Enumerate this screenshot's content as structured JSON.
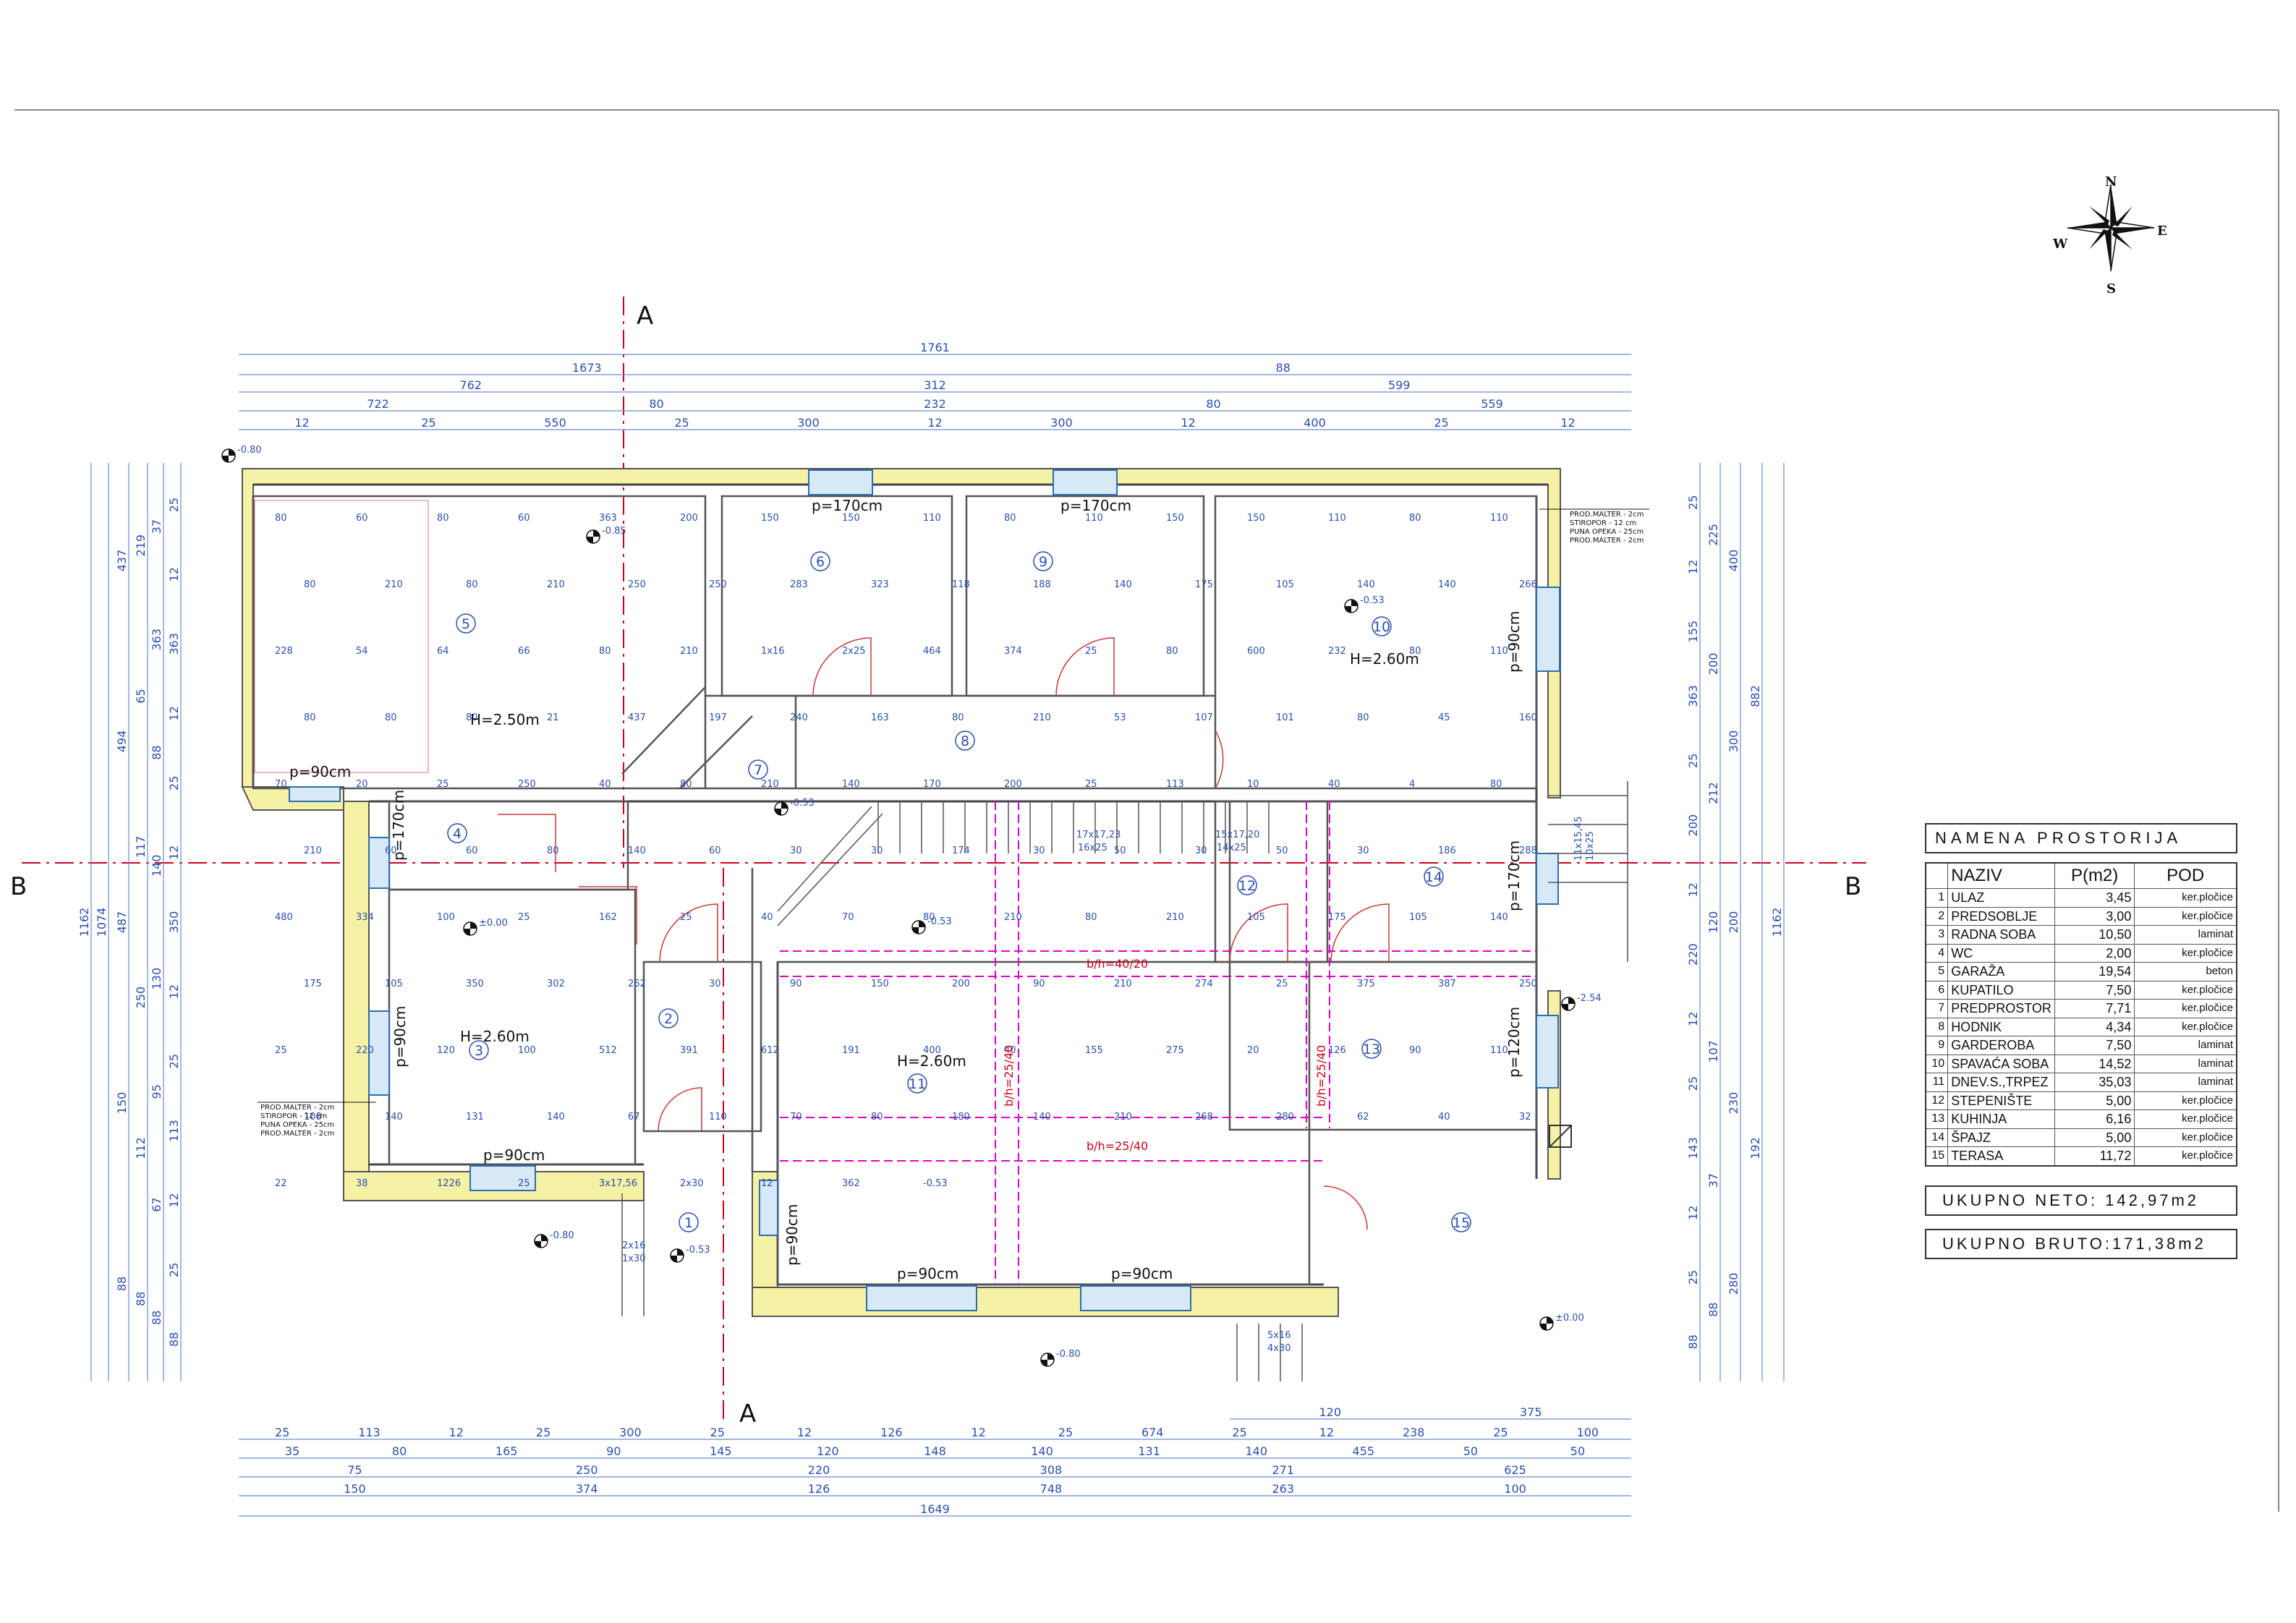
{
  "compass": {
    "n": "N",
    "e": "E",
    "s": "S",
    "w": "W"
  },
  "section_marks": {
    "a_top": "A",
    "a_bottom": "A",
    "b_left": "B",
    "b_right": "B"
  },
  "room_numbers": [
    "1",
    "2",
    "3",
    "4",
    "5",
    "6",
    "7",
    "8",
    "9",
    "10",
    "11",
    "12",
    "13",
    "14",
    "15"
  ],
  "labels": {
    "h250": "H=2.50m",
    "h260_10": "H=2.60m",
    "h260_3": "H=2.60m",
    "h260_11": "H=2.60m",
    "p170_6": "p=170cm",
    "p170_9": "p=170cm",
    "p90_10": "p=90cm",
    "p90_5": "p=90cm",
    "p170_4": "p=170cm",
    "p90_3": "p=90cm",
    "p90_3b": "p=90cm",
    "p90_1": "p=90cm",
    "p90_11a": "p=90cm",
    "p90_11b": "p=90cm",
    "p170_14": "p=170cm",
    "p120_13": "p=120cm"
  },
  "levels": [
    "-0.80",
    "-0.85",
    "-0.53",
    "-0.53",
    "-0.53",
    "±0.00",
    "-0.53",
    "-2.54",
    "-0.80",
    "-0.80",
    "±0.00"
  ],
  "beams": {
    "b1": "b/h=40/20",
    "b2": "b/h=25/40",
    "v1": "b/h=25/40",
    "v2": "b/h=25/40"
  },
  "wall_notes": {
    "right": [
      "PROD.MALTER - 2cm",
      "STIROPOR - 12 cm",
      "PUNA OPEKA - 25cm",
      "PROD.MALTER - 2cm"
    ],
    "left": [
      "PROD.MALTER - 2cm",
      "STIROPOR - 12 cm",
      "PUNA OPEKA - 25cm",
      "PROD.MALTER - 2cm"
    ]
  },
  "stairs": {
    "s1": "17x17,23",
    "s1b": "16x25",
    "s2": "15x17,20",
    "s2b": "14x25",
    "s3": "11x15,45",
    "s3b": "10x25",
    "s4": "5x16",
    "s4b": "4x30",
    "s5": "2x16",
    "s5b": "1x30"
  },
  "dims": {
    "top_r1": [
      "1761"
    ],
    "top_r2": [
      "1673",
      "88"
    ],
    "top_r3": [
      "762",
      "312",
      "599"
    ],
    "top_r4": [
      "722",
      "80",
      "232",
      "80",
      "559"
    ],
    "top_r5": [
      "12",
      "25",
      "550",
      "25",
      "300",
      "12",
      "300",
      "12",
      "400",
      "25",
      "12"
    ],
    "bot_r1": [
      "120",
      "375"
    ],
    "bot_r2": [
      "25",
      "113",
      "12",
      "25",
      "300",
      "25",
      "12",
      "126",
      "12",
      "25",
      "674",
      "25",
      "12",
      "238",
      "25",
      "100"
    ],
    "bot_r3": [
      "35",
      "80",
      "165",
      "90",
      "145",
      "120",
      "148",
      "140",
      "131",
      "140",
      "455",
      "50",
      "50"
    ],
    "bot_r4": [
      "75",
      "250",
      "220",
      "308",
      "271",
      "625"
    ],
    "bot_r5": [
      "150",
      "374",
      "126",
      "748",
      "263",
      "100"
    ],
    "bot_r6": [
      "1649"
    ],
    "left_c1": [
      "1162"
    ],
    "left_c2": [
      "1074"
    ],
    "left_c3": [
      "437",
      "494",
      "487",
      "150",
      "88"
    ],
    "left_c4": [
      "219",
      "65",
      "117",
      "250",
      "112",
      "88"
    ],
    "left_c5": [
      "37",
      "363",
      "88",
      "140",
      "130",
      "95",
      "67",
      "88"
    ],
    "left_c6": [
      "25",
      "12",
      "363",
      "12",
      "25",
      "12",
      "350",
      "12",
      "25",
      "113",
      "12",
      "25",
      "88"
    ],
    "right_c1": [
      "25",
      "12",
      "155",
      "363",
      "25",
      "200",
      "12",
      "220",
      "12",
      "25",
      "143",
      "12",
      "25",
      "88"
    ],
    "right_c2": [
      "225",
      "200",
      "212",
      "120",
      "107",
      "37",
      "88"
    ],
    "right_c3": [
      "400",
      "300",
      "200",
      "230",
      "280"
    ],
    "right_c4": [
      "882",
      "192"
    ],
    "right_c5": [
      "1162"
    ],
    "inner": [
      "80",
      "60",
      "80",
      "60",
      "363",
      "200",
      "150",
      "150",
      "110",
      "80",
      "110",
      "150",
      "150",
      "110",
      "80",
      "110",
      "80",
      "210",
      "80",
      "210",
      "250",
      "250",
      "283",
      "323",
      "118",
      "188",
      "140",
      "175",
      "105",
      "140",
      "140",
      "266",
      "228",
      "54",
      "64",
      "66",
      "80",
      "210",
      "1x16",
      "2x25",
      "464",
      "374",
      "25",
      "80",
      "600",
      "232",
      "80",
      "110",
      "80",
      "80",
      "80",
      "21",
      "437",
      "197",
      "240",
      "163",
      "80",
      "210",
      "53",
      "107",
      "101",
      "80",
      "45",
      "160",
      "70",
      "20",
      "25",
      "250",
      "40",
      "80",
      "210",
      "140",
      "170",
      "200",
      "25",
      "113",
      "10",
      "40",
      "4",
      "80",
      "210",
      "60",
      "60",
      "80",
      "140",
      "60",
      "30",
      "30",
      "174",
      "30",
      "50",
      "30",
      "50",
      "30",
      "186",
      "288",
      "480",
      "334",
      "100",
      "25",
      "162",
      "25",
      "40",
      "70",
      "80",
      "210",
      "80",
      "210",
      "105",
      "175",
      "105",
      "140",
      "175",
      "105",
      "350",
      "302",
      "262",
      "30",
      "90",
      "150",
      "200",
      "90",
      "210",
      "274",
      "25",
      "375",
      "387",
      "250",
      "25",
      "220",
      "120",
      "100",
      "512",
      "391",
      "612",
      "191",
      "400",
      "40",
      "155",
      "275",
      "20",
      "126",
      "90",
      "110",
      "108",
      "140",
      "131",
      "140",
      "67",
      "110",
      "70",
      "80",
      "180",
      "140",
      "210",
      "268",
      "280",
      "62",
      "40",
      "32",
      "22",
      "38",
      "1226",
      "25",
      "3x17,56",
      "2x30",
      "12",
      "362",
      "-0.53"
    ]
  },
  "legend": {
    "title": "NAMENA PROSTORIJA",
    "headers": {
      "name": "NAZIV",
      "area": "P(m2)",
      "floor": "POD"
    },
    "rows": [
      {
        "no": "1",
        "name": "ULAZ",
        "area": "3,45",
        "floor": "ker.pločice"
      },
      {
        "no": "2",
        "name": "PREDSOBLJE",
        "area": "3,00",
        "floor": "ker.pločice"
      },
      {
        "no": "3",
        "name": "RADNA SOBA",
        "area": "10,50",
        "floor": "laminat"
      },
      {
        "no": "4",
        "name": "WC",
        "area": "2,00",
        "floor": "ker.pločice"
      },
      {
        "no": "5",
        "name": "GARAŽA",
        "area": "19,54",
        "floor": "beton"
      },
      {
        "no": "6",
        "name": "KUPATILO",
        "area": "7,50",
        "floor": "ker.pločice"
      },
      {
        "no": "7",
        "name": "PREDPROSTOR",
        "area": "7,71",
        "floor": "ker.pločice"
      },
      {
        "no": "8",
        "name": "HODNIK",
        "area": "4,34",
        "floor": "ker.pločice"
      },
      {
        "no": "9",
        "name": "GARDEROBA",
        "area": "7,50",
        "floor": "laminat"
      },
      {
        "no": "10",
        "name": "SPAVAĆA SOBA",
        "area": "14,52",
        "floor": "laminat"
      },
      {
        "no": "11",
        "name": "DNEV.S.,TRPEZ",
        "area": "35,03",
        "floor": "laminat"
      },
      {
        "no": "12",
        "name": "STEPENIŠTE",
        "area": "5,00",
        "floor": "ker.pločice"
      },
      {
        "no": "13",
        "name": "KUHINJA",
        "area": "6,16",
        "floor": "ker.pločice"
      },
      {
        "no": "14",
        "name": "ŠPAJZ",
        "area": "5,00",
        "floor": "ker.pločice"
      },
      {
        "no": "15",
        "name": "TERASA",
        "area": "11,72",
        "floor": "ker.pločice"
      }
    ],
    "neto": "UKUPNO NETO: 142,97m2",
    "bruto": "UKUPNO BRUTO:171,38m2"
  }
}
